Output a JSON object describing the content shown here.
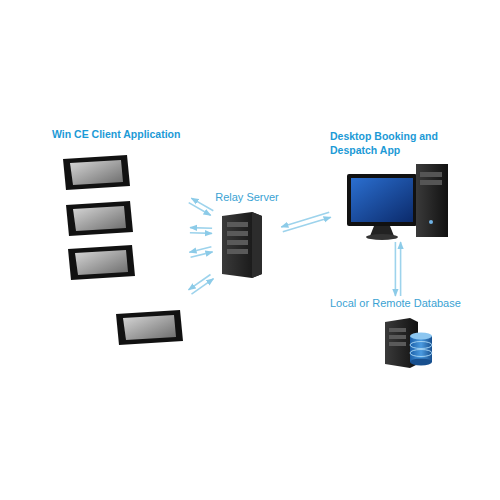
{
  "diagram": {
    "nodes": [
      {
        "text": [
          "Win CE Client Application"
        ]
      },
      {
        "text": [
          "Relay Server"
        ]
      },
      {
        "text": [
          "Desktop Booking and Despatch App"
        ]
      },
      {
        "text": [
          "Local or Remote Database"
        ]
      }
    ],
    "edges": [
      {
        "from": 0,
        "to": 1,
        "arrow": "both"
      },
      {
        "from": 0,
        "to": 1,
        "arrow": "both"
      },
      {
        "from": 0,
        "to": 1,
        "arrow": "both"
      },
      {
        "from": 0,
        "to": 1,
        "arrow": "both"
      },
      {
        "from": 1,
        "to": 2,
        "arrow": "both"
      },
      {
        "from": 2,
        "to": 3,
        "arrow": "both"
      }
    ]
  }
}
